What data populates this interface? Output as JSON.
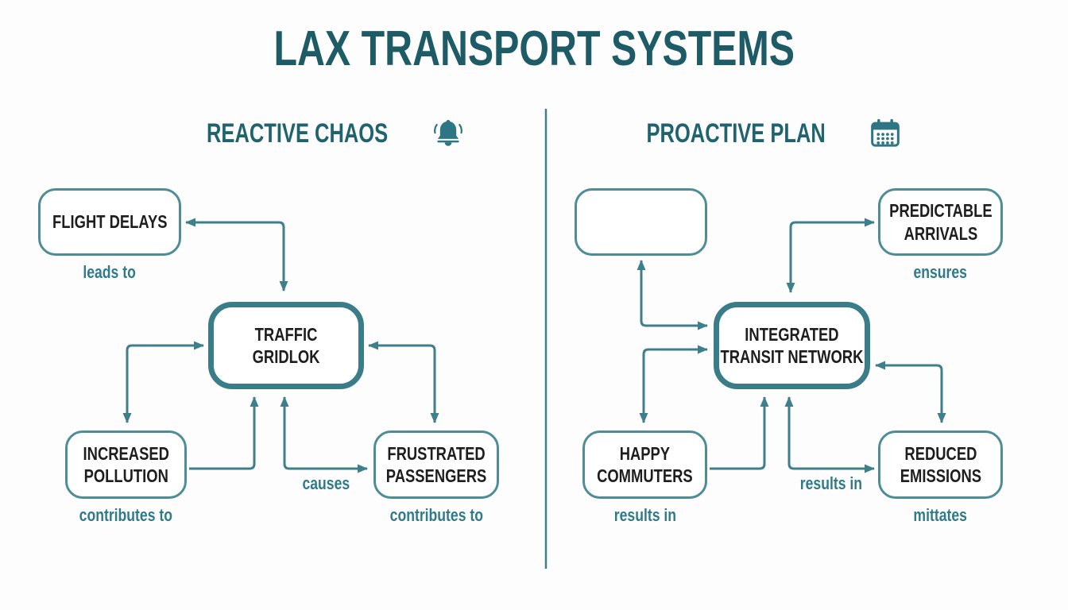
{
  "title": "LAX TRANSPORT SYSTEMS",
  "colors": {
    "accent_teal": "#3f7f8b",
    "title_teal": "#1d5b66",
    "header_teal": "#1f636f",
    "caption_teal": "#2f7b89",
    "node_border": "#4e8d97",
    "major_node_border": "#3a7d89",
    "label_black": "#1e1e1e"
  },
  "left_panel": {
    "header": "REACTIVE CHAOS",
    "header_icon": "bell-icon",
    "nodes": {
      "flight_delays": {
        "label": "FLIGHT DELAYS",
        "caption": "leads to"
      },
      "traffic_gridlock": {
        "label": "TRAFFIC\nGRIDLOK"
      },
      "increased_pollution": {
        "label": "INCREASED\nPOLLUTION",
        "caption": "contributes to"
      },
      "frustrated_passengers": {
        "label": "FRUSTRATED\nPASSENGERS",
        "caption": "contributes to"
      }
    },
    "edge_label": "causes"
  },
  "right_panel": {
    "header": "PROACTIVE PLAN",
    "header_icon": "calendar-icon",
    "nodes": {
      "empty_box": {
        "label": ""
      },
      "predictable_arrivals": {
        "label": "PREDICTABLE\nARRIVALS",
        "caption": "ensures"
      },
      "integrated_transit_network": {
        "label": "INTEGRATED\nTRANSIT NETWORK"
      },
      "happy_commuters": {
        "label": "HAPPY\nCOMMUTERS",
        "caption": "results in"
      },
      "reduced_emissions": {
        "label": "REDUCED\nEMISSIONS",
        "caption": "mittates"
      }
    },
    "edge_label": "results in"
  }
}
